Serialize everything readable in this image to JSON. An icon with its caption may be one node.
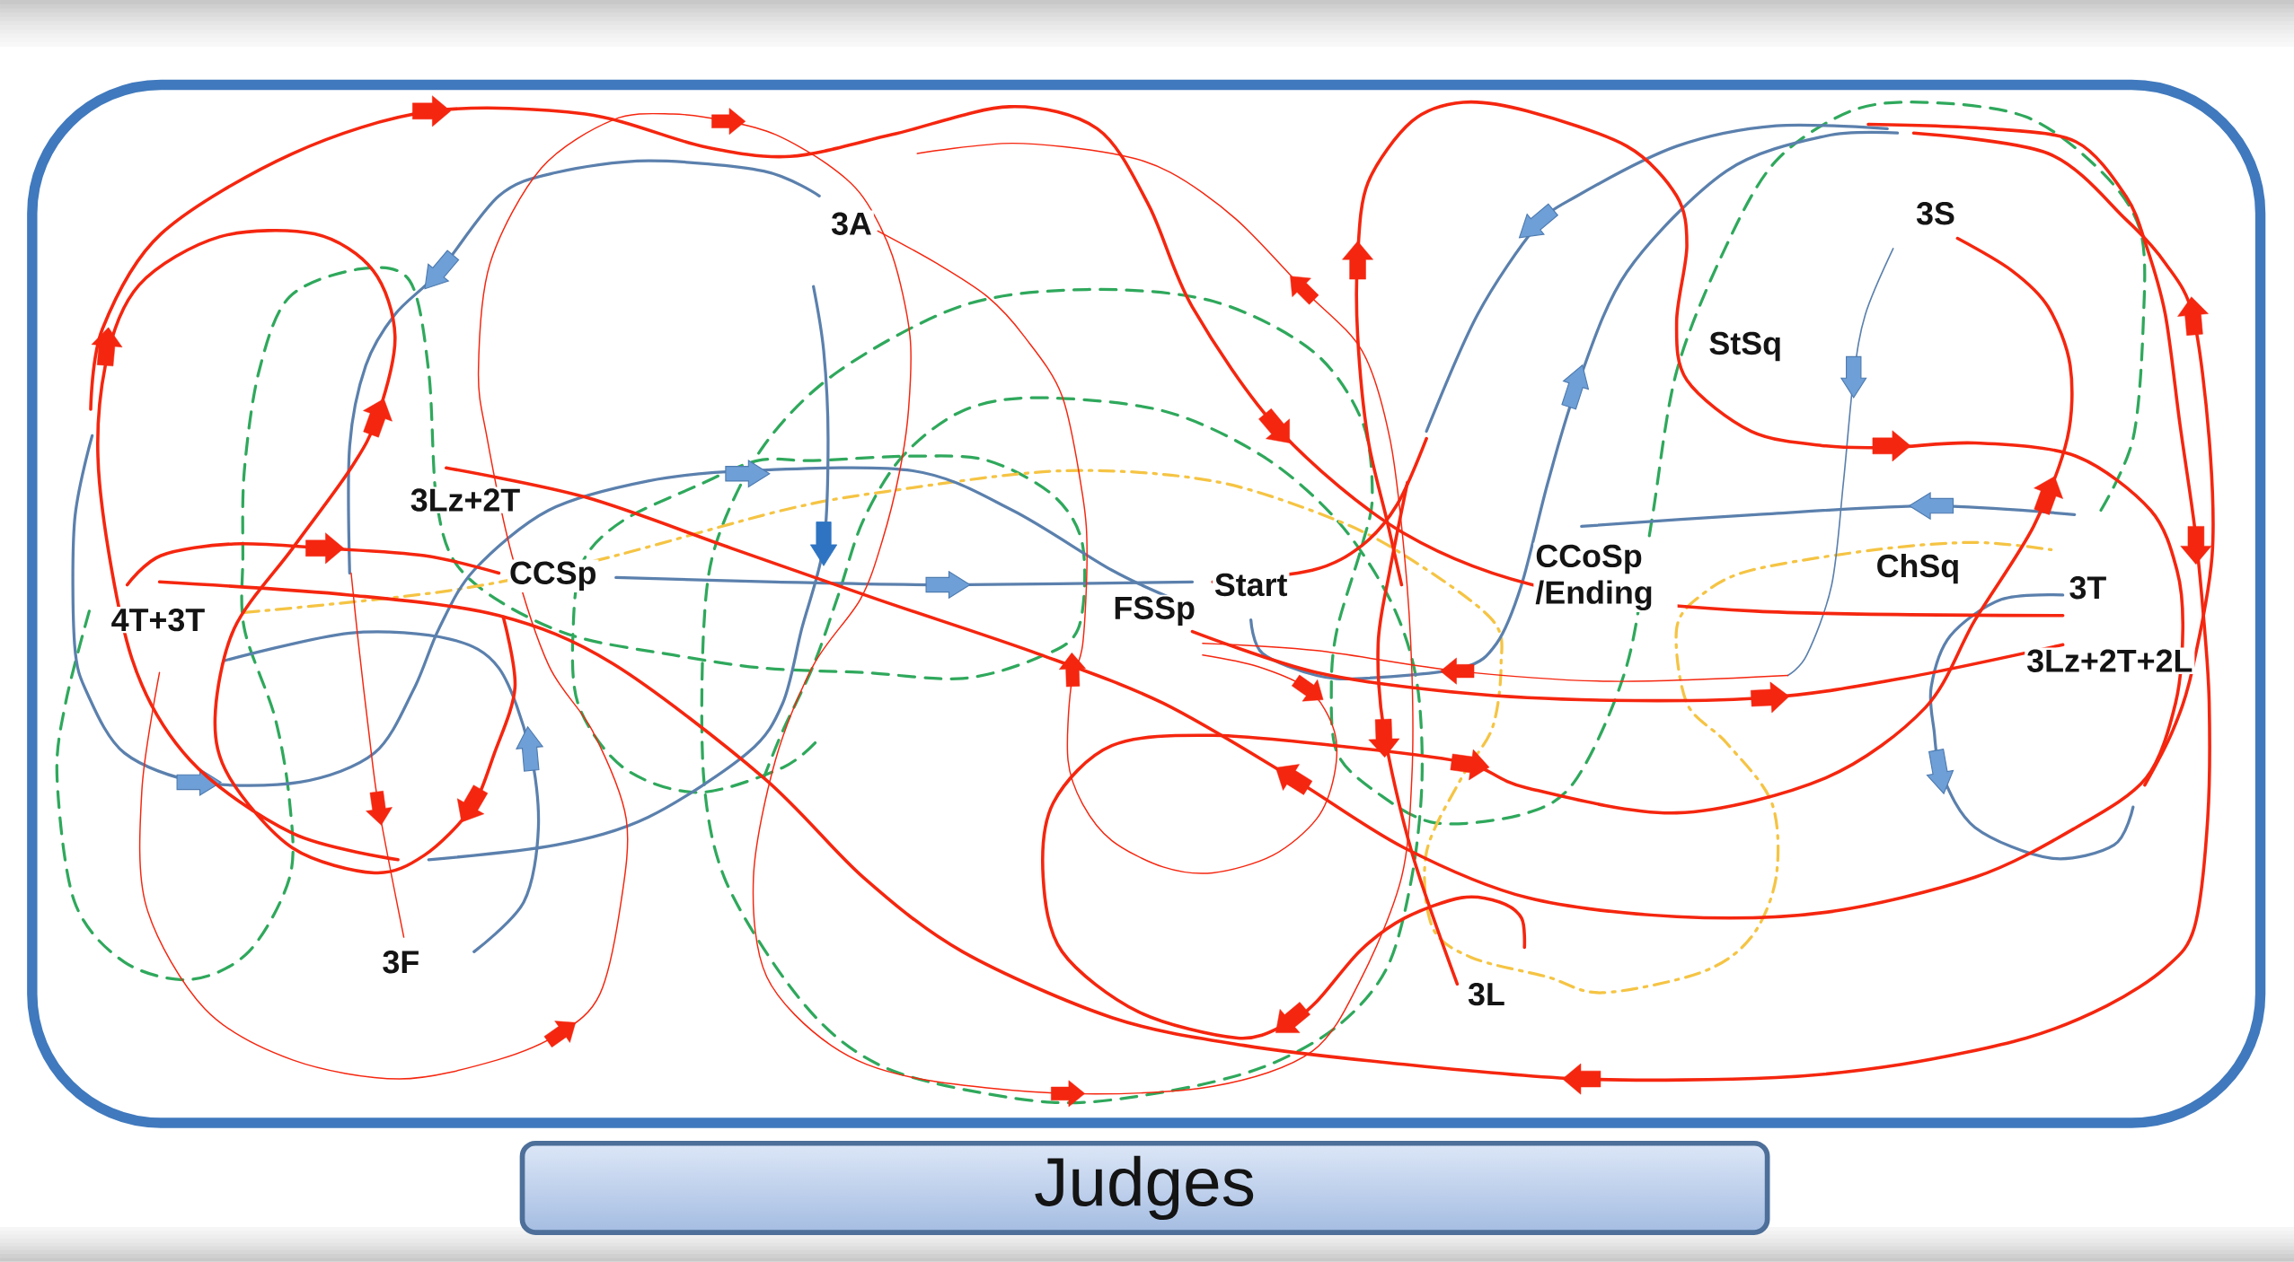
{
  "diagram": {
    "nodes": [
      {
        "text": [],
        "shape": "box"
      },
      {
        "text": [
          "Judges"
        ]
      }
    ],
    "labels": [
      "3A",
      "3S",
      "StSq",
      "3Lz+2T",
      "4T+3T",
      "CCSp",
      "FSSp",
      "Start",
      "CCoSp /Ending",
      "ChSq",
      "3T",
      "3Lz+2T+2L",
      "3F",
      "3L"
    ]
  }
}
